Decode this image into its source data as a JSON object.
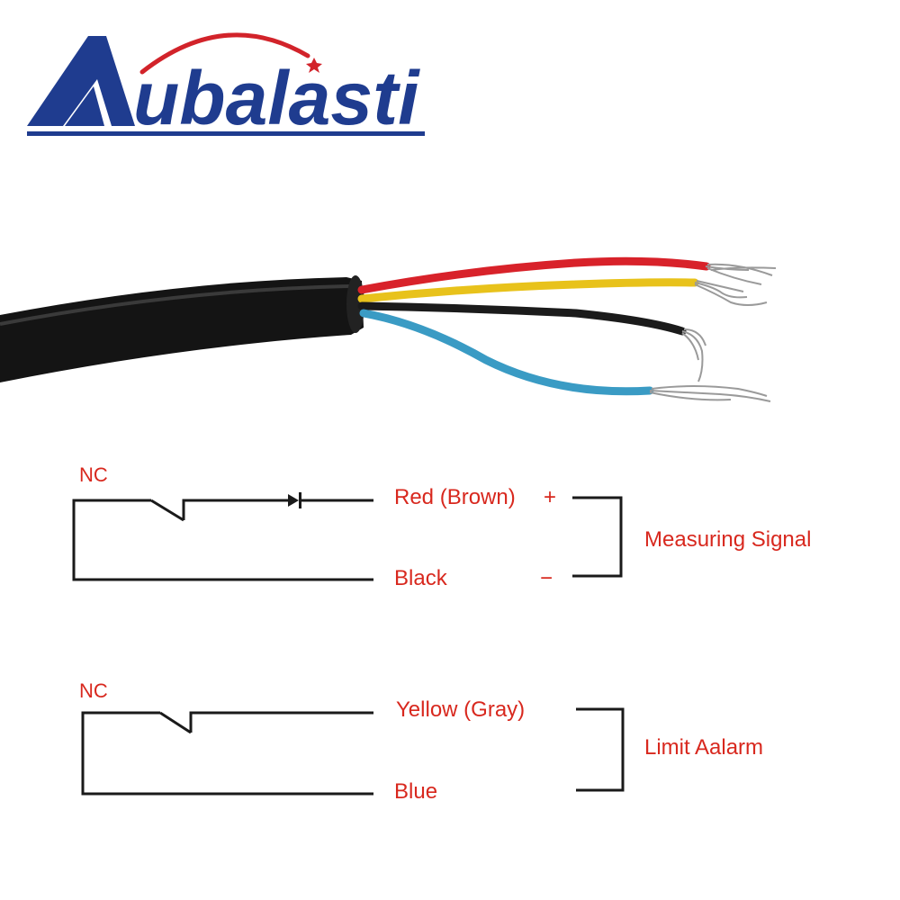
{
  "brand": {
    "name": "Aubalasti",
    "initial": "A",
    "rest": "ubalasti",
    "color_blue": "#1f3c8f",
    "color_red": "#d2232a"
  },
  "cable": {
    "wires": [
      {
        "name": "red",
        "color": "#d8222a"
      },
      {
        "name": "yellow",
        "color": "#e8c21b"
      },
      {
        "name": "black",
        "color": "#1b1b1b"
      },
      {
        "name": "blue",
        "color": "#3a9bc4"
      }
    ]
  },
  "diagram": {
    "label_color": "#d8281e",
    "line_color": "#1a1a1a",
    "circuit1": {
      "nc_label": "NC",
      "top_wire": "Red (Brown)",
      "top_sign": "+",
      "bottom_wire": "Black",
      "bottom_sign": "−",
      "group_label": "Measuring Signal"
    },
    "circuit2": {
      "nc_label": "NC",
      "top_wire": "Yellow (Gray)",
      "bottom_wire": "Blue",
      "group_label": "Limit Aalarm"
    }
  }
}
